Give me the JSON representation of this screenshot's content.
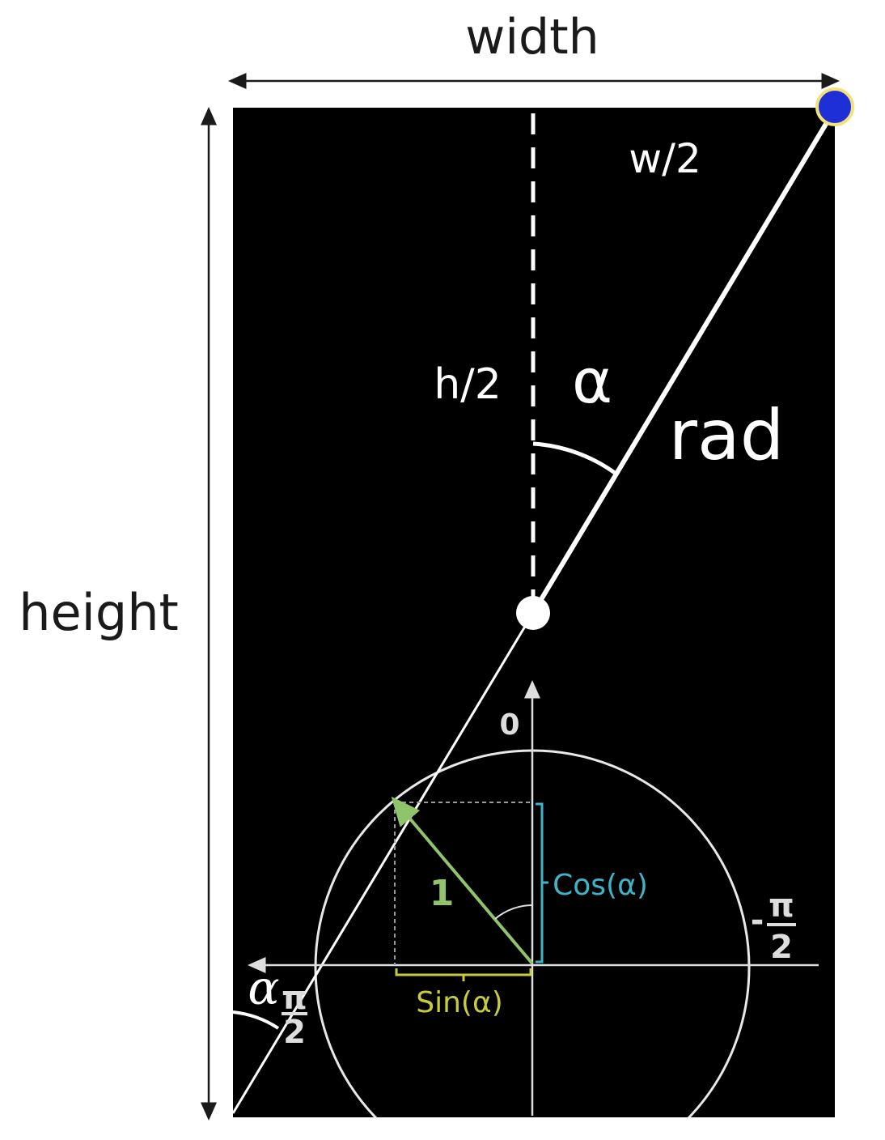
{
  "labels": {
    "width": "width",
    "height": "height",
    "half_width": "w/2",
    "half_height": "h/2",
    "alpha": "α",
    "rad": "rad"
  },
  "unit_circle": {
    "zero": "0",
    "pi": "π",
    "two": "2",
    "minus": "-",
    "one": "1",
    "cos_label": "Cos(α)",
    "sin_label": "Sin(α)",
    "alpha_script": "α"
  },
  "colors": {
    "background": "#000000",
    "page": "#ffffff",
    "line": "#ffffff",
    "endpoint": "#1f2fd6",
    "endpoint_ring": "#f3e27a",
    "unit_vector": "#8fc46a",
    "cos_bracket": "#3fb3c8",
    "sin_bracket": "#c8cc3a",
    "axis": "#cfcfcf"
  }
}
